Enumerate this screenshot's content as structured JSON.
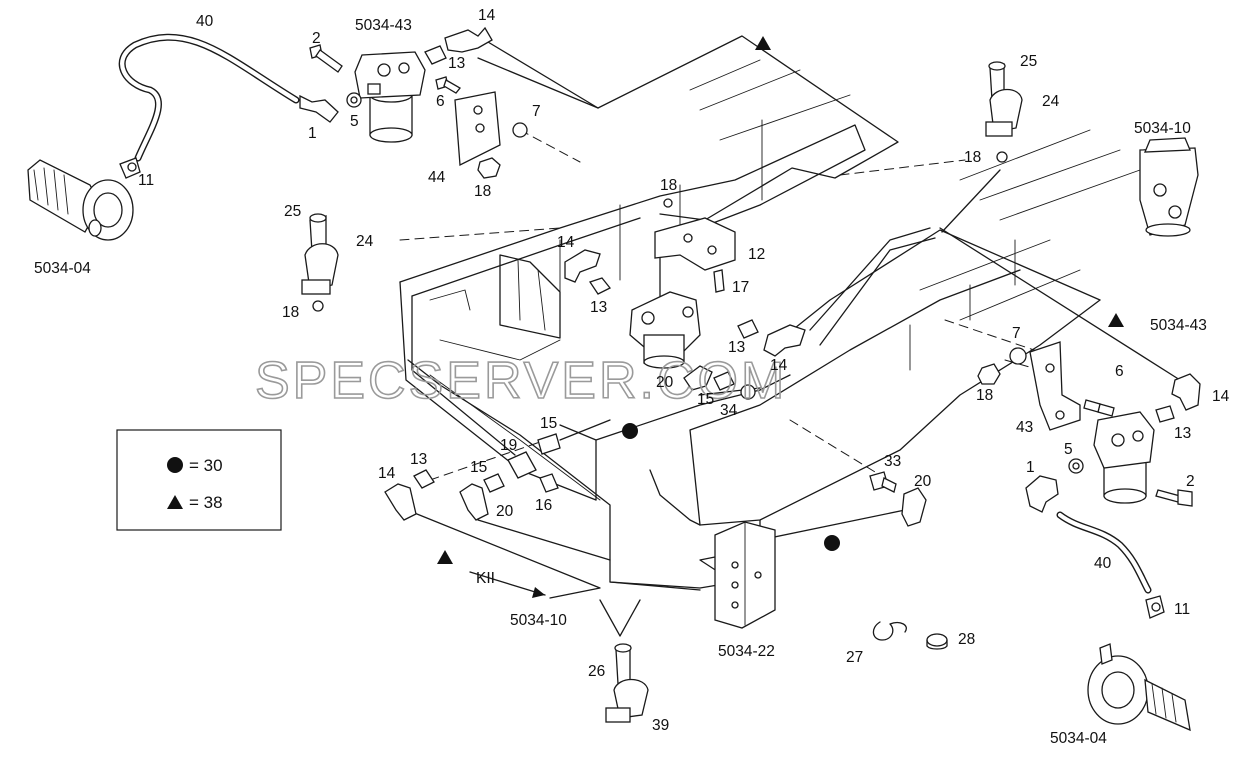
{
  "watermark": "SPECSERVER.COM",
  "legend": {
    "items": [
      {
        "symbol": "circle",
        "text": "= 30"
      },
      {
        "symbol": "triangle",
        "text": "= 38"
      }
    ]
  },
  "labels": {
    "p40a": "40",
    "p11a": "11",
    "asm_5034_04a": "5034-04",
    "p2a": "2",
    "asm_5034_43a": "5034-43",
    "p14a": "14",
    "p13a": "13",
    "p6a": "6",
    "p5a": "5",
    "p1a": "1",
    "p7a": "7",
    "p44": "44",
    "p18a": "18",
    "p25a": "25",
    "p24a": "24",
    "p18b": "18",
    "p18c": "18",
    "p14b": "14",
    "p12": "12",
    "p13b": "13",
    "p17": "17",
    "p13c": "13",
    "p14c": "14",
    "p20a": "20",
    "p15a": "15",
    "p34": "34",
    "p25b": "25",
    "p24b": "24",
    "p18d": "18",
    "asm_5034_10a": "5034-10",
    "asm_5034_43b": "5034-43",
    "p7b": "7",
    "p6b": "6",
    "p18e": "18",
    "p43": "43",
    "p14d": "14",
    "p13d": "13",
    "p5b": "5",
    "p1b": "1",
    "p2b": "2",
    "p40b": "40",
    "p11b": "11",
    "asm_5034_04b": "5034-04",
    "p15b": "15",
    "p19": "19",
    "p13e": "13",
    "p14e": "14",
    "p15c": "15",
    "p20b": "20",
    "p16": "16",
    "kii": "KII",
    "asm_5034_10b": "5034-10",
    "p33": "33",
    "p20c": "20",
    "asm_5034_22": "5034-22",
    "p27": "27",
    "p28": "28",
    "p26": "26",
    "p39": "39"
  }
}
